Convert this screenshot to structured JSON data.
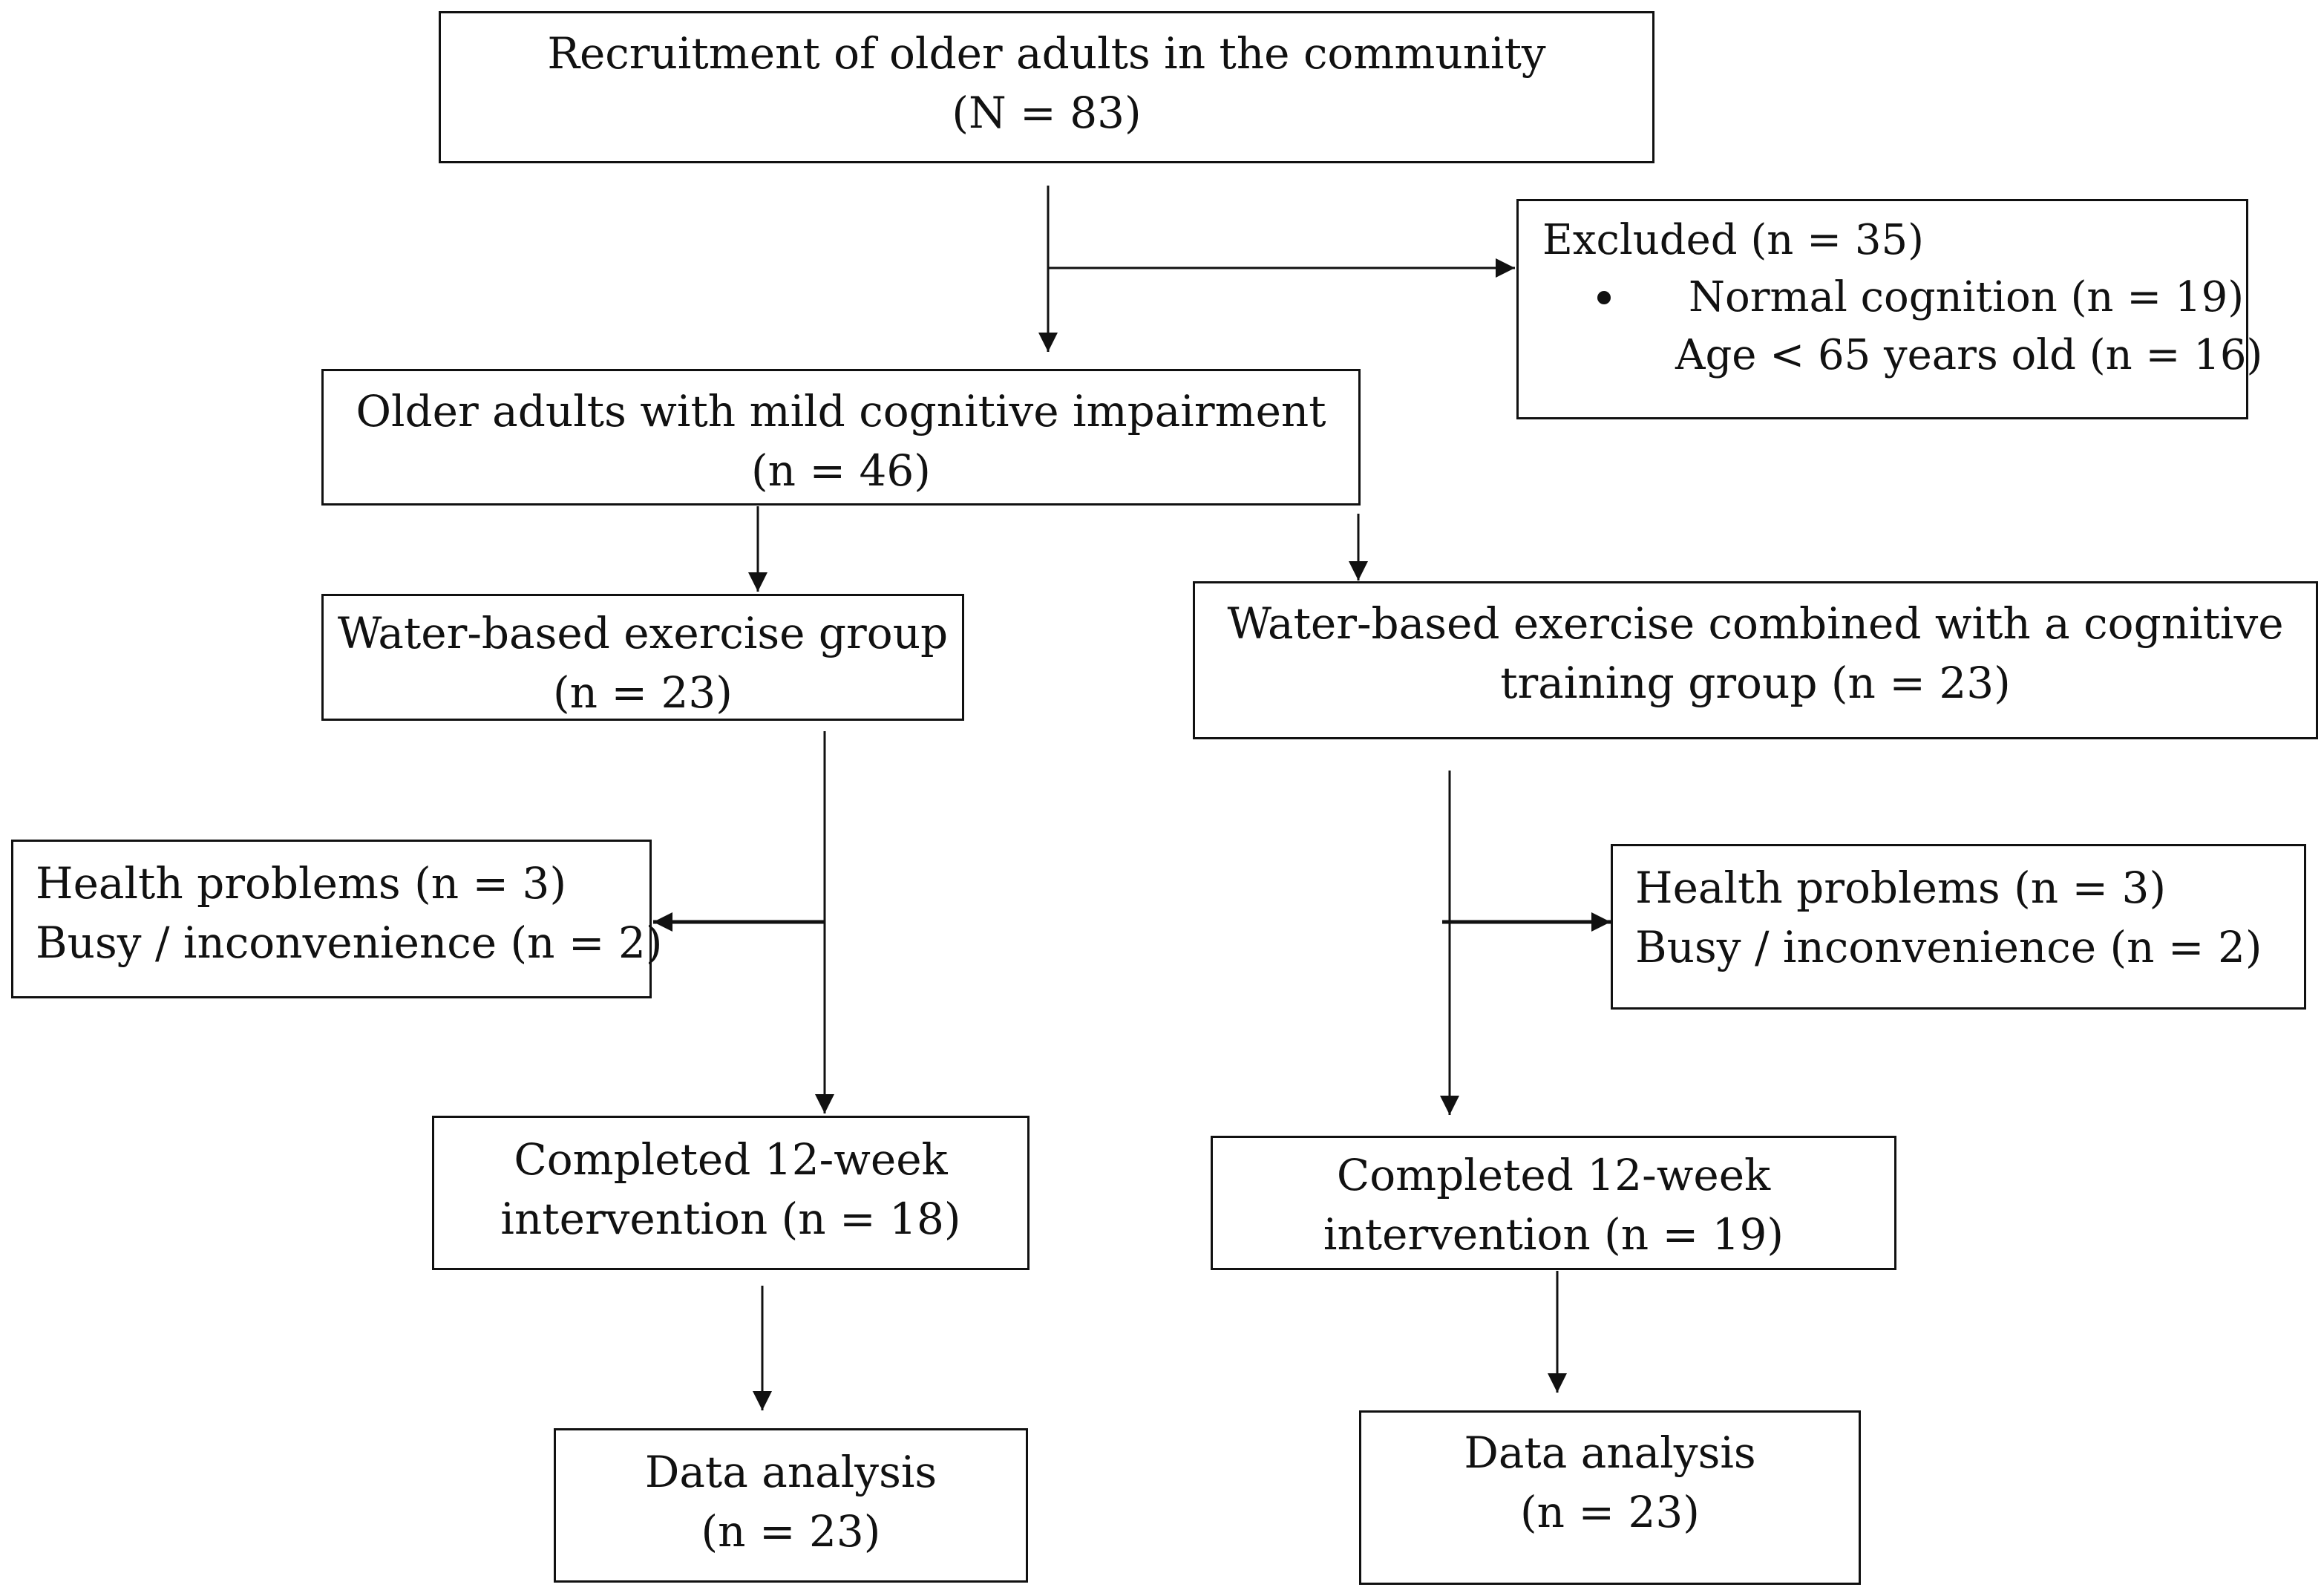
{
  "recruitment": {
    "title": "Recruitment of older adults in the community",
    "count": "(N = 83)"
  },
  "excluded": {
    "title": "Excluded (n = 35)",
    "reasons": [
      "Normal cognition (n = 19)",
      "Age < 65 years old (n = 16)"
    ]
  },
  "mci": {
    "title": "Older adults with mild cognitive impairment",
    "count": "(n = 46)"
  },
  "group_a": {
    "title": "Water-based exercise group",
    "count": "(n = 23)",
    "dropout": [
      "Health problems (n = 3)",
      "Busy / inconvenience (n = 2)"
    ],
    "completed": [
      "Completed 12-week",
      "intervention (n = 18)"
    ],
    "analysis": {
      "title": "Data analysis",
      "count": "(n = 23)"
    }
  },
  "group_b": {
    "title_lines": [
      "Water-based exercise combined with a cognitive",
      "training group (n = 23)"
    ],
    "dropout": [
      "Health problems (n = 3)",
      "Busy / inconvenience (n = 2)"
    ],
    "completed": [
      "Completed 12-week",
      "intervention (n = 19)"
    ],
    "analysis": {
      "title": "Data analysis",
      "count": "(n = 23)"
    }
  }
}
